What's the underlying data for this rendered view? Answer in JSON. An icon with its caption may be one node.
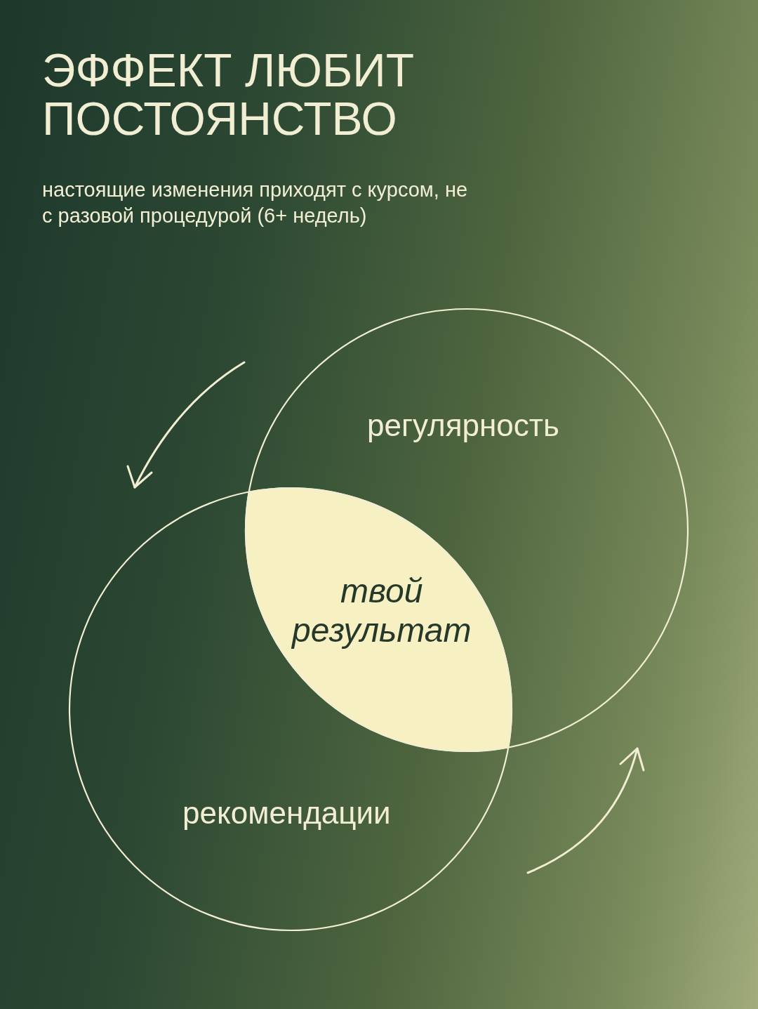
{
  "diagram": {
    "title": "ЭФФЕКТ ЛЮБИТ ПОСТОЯНСТВО",
    "nodes": [
      {
        "text": [
          "регулярность"
        ]
      },
      {
        "text": [
          "твой результат"
        ]
      },
      {
        "text": [
          "рекомендации"
        ]
      }
    ],
    "labels": [
      "настоящие изменения приходят с курсом, не с разовой процедурой (6+ недель)"
    ]
  }
}
